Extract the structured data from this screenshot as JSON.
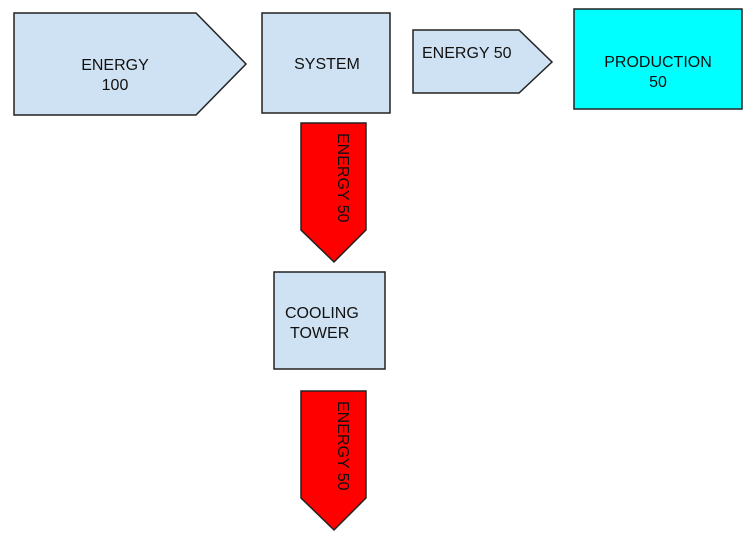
{
  "colors": {
    "box_fill": "#cfe2f3",
    "production_fill": "#00ffff",
    "waste_fill": "#ff0000",
    "stroke": "#222222"
  },
  "nodes": {
    "energy_in": {
      "line1": "ENERGY",
      "line2": "100"
    },
    "system": {
      "label": "SYSTEM"
    },
    "energy_out": {
      "label": "ENERGY 50"
    },
    "production": {
      "line1": "PRODUCTION",
      "line2": "50"
    },
    "waste_arrow_1": {
      "label": "ENERGY 50"
    },
    "cooling_tower": {
      "line1": "COOLING",
      "line2": "TOWER"
    },
    "waste_arrow_2": {
      "label": "ENERGY 50"
    }
  }
}
